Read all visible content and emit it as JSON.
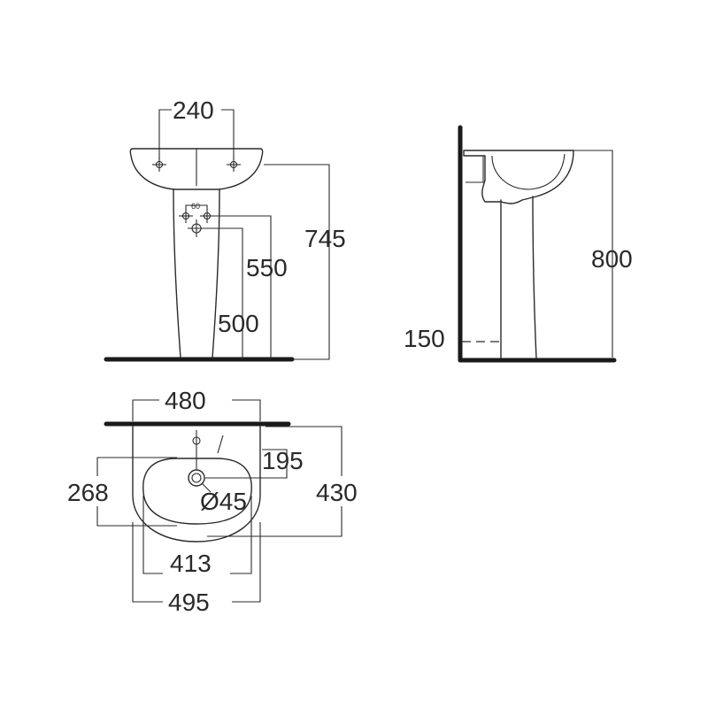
{
  "front_view": {
    "dim_tap_spacing": "240",
    "dim_overall_height": "745",
    "dim_waste_height": "550",
    "dim_pedestal_height": "500",
    "dim_small_spacing": "60"
  },
  "side_view": {
    "dim_rim_height": "800",
    "dim_floor_offset": "150"
  },
  "plan_view": {
    "dim_width_top": "480",
    "dim_bowl_depth": "268",
    "dim_tap_to_waste": "195",
    "dim_waste_diameter": "Ø45",
    "dim_overall_depth": "430",
    "dim_bowl_width": "413",
    "dim_overall_width": "495"
  },
  "colors": {
    "line": "#2a2a2a",
    "background": "#ffffff"
  }
}
